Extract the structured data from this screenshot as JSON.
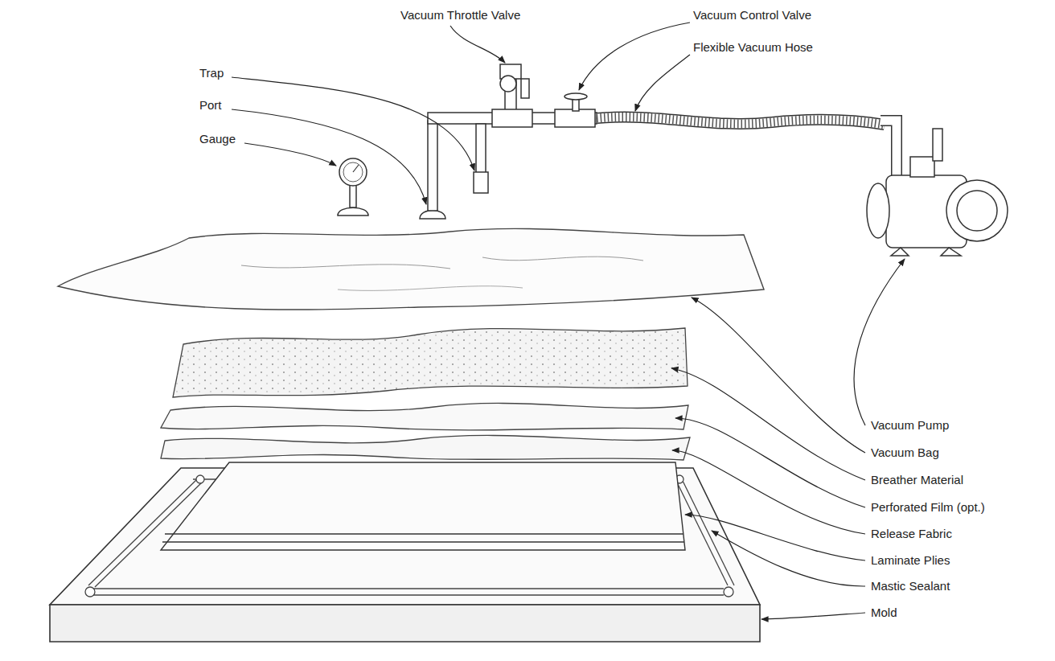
{
  "diagram": {
    "labels": [
      "Vacuum Throttle Valve",
      "Vacuum Control Valve",
      "Trap",
      "Flexible Vacuum Hose",
      "Port",
      "Gauge",
      "Vacuum Pump",
      "Vacuum Bag",
      "Breather Material",
      "Perforated Film (opt.)",
      "Release Fabric",
      "Laminate Plies",
      "Mastic Sealant",
      "Mold"
    ]
  }
}
